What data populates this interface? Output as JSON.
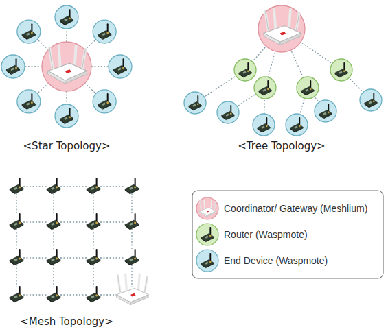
{
  "diagram": {
    "labels": [
      "<Star Topology>",
      "<Tree Topology>",
      "<Mesh Topology>"
    ],
    "legend": [
      {
        "text": "Coordinator/ Gateway (Meshlium)",
        "color": "#f7c6cc"
      },
      {
        "text": "Router (Waspmote)",
        "color": "#d4ecbf"
      },
      {
        "text": "End Device (Waspmote)",
        "color": "#c6e7ef"
      }
    ]
  }
}
